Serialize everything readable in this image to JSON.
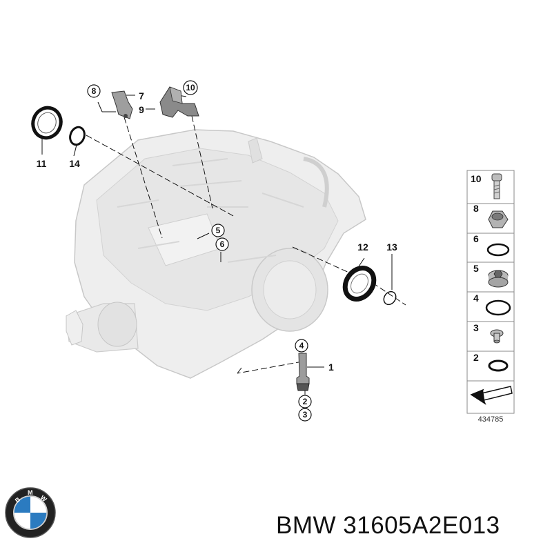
{
  "diagram": {
    "callouts": {
      "c1": "1",
      "c2": "2",
      "c3": "3",
      "c4": "4",
      "c5": "5",
      "c6": "6",
      "c7": "7",
      "c8": "8",
      "c9": "9",
      "c10": "10",
      "c11": "11",
      "c12": "12",
      "c13": "13",
      "c14": "14"
    },
    "legend": [
      "10",
      "8",
      "6",
      "5",
      "4",
      "3",
      "2"
    ],
    "reference_number": "434785"
  },
  "brand": {
    "logo_letters": [
      "B",
      "M",
      "W"
    ],
    "part_title": "BMW 31605A2E013",
    "colors": {
      "blue": "#2b7bc0",
      "dark": "#222222",
      "ring": "#d9d9d9"
    }
  }
}
